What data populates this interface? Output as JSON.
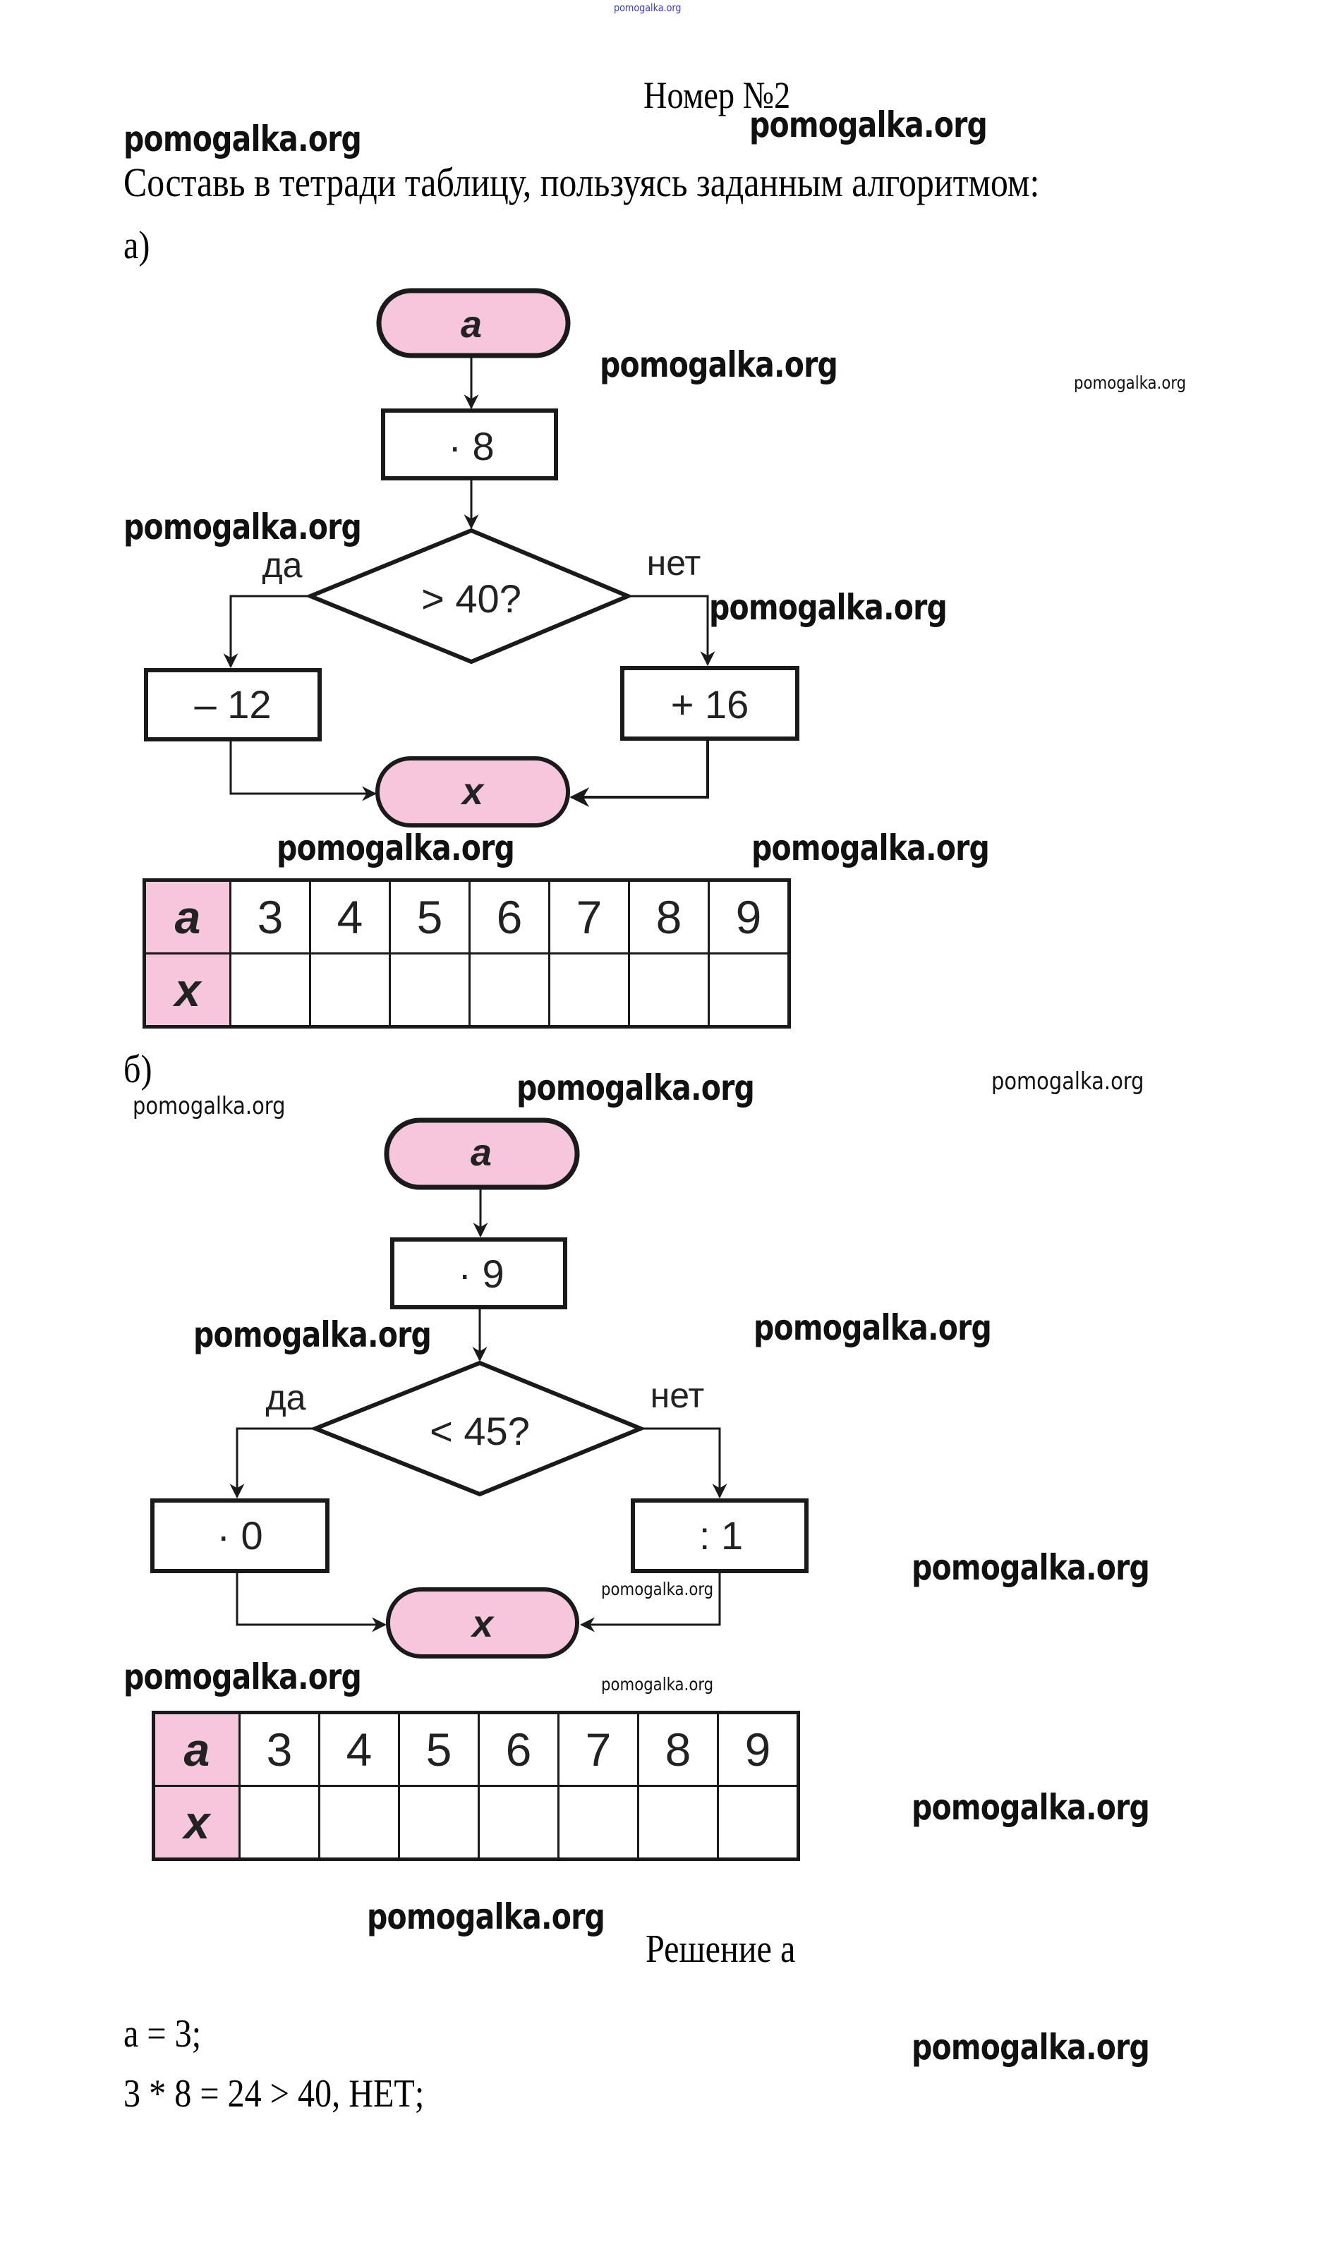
{
  "watermark_top": "pomogalka.org",
  "title": "Номер №2",
  "instruction": "Составь в тетради таблицу, пользуясь заданным алгоритмом:",
  "colors": {
    "terminal_fill": "#f5c6dc",
    "stroke": "#1a1a1a",
    "watermark_top": "#3a3ad0"
  },
  "part_a": {
    "label": "а)",
    "start": "a",
    "step1": "· 8",
    "condition": "> 40?",
    "yes_label": "да",
    "no_label": "нет",
    "yes_action": "– 12",
    "no_action": "+ 16",
    "end": "x",
    "table": {
      "row_a_header": "a",
      "row_x_header": "x",
      "a_values": [
        "3",
        "4",
        "5",
        "6",
        "7",
        "8",
        "9"
      ],
      "x_values": [
        "",
        "",
        "",
        "",
        "",
        "",
        ""
      ]
    }
  },
  "part_b": {
    "label": "б)",
    "start": "a",
    "step1": "· 9",
    "condition": "< 45?",
    "yes_label": "да",
    "no_label": "нет",
    "yes_action": "· 0",
    "no_action": ": 1",
    "end": "x",
    "table": {
      "row_a_header": "a",
      "row_x_header": "x",
      "a_values": [
        "3",
        "4",
        "5",
        "6",
        "7",
        "8",
        "9"
      ],
      "x_values": [
        "",
        "",
        "",
        "",
        "",
        "",
        ""
      ]
    }
  },
  "solution": {
    "heading": "Решение а",
    "lines": [
      "a = 3;",
      "3 * 8 = 24 > 40, НЕТ;"
    ]
  },
  "watermark": "pomogalka.org"
}
